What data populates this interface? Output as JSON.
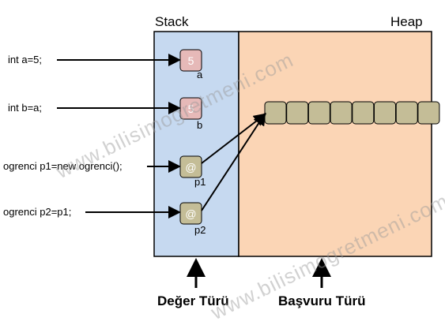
{
  "regions": {
    "stack_title": "Stack",
    "heap_title": "Heap"
  },
  "statements": [
    {
      "code": "int a=5;",
      "value": "5",
      "var": "a"
    },
    {
      "code": "int b=a;",
      "value": "5",
      "var": "b"
    },
    {
      "code": "ogrenci p1=new ogrenci();",
      "value": "@",
      "var": "p1"
    },
    {
      "code": "ogrenci p2=p1;",
      "value": "@",
      "var": "p2"
    }
  ],
  "heap_object": {
    "cell_count": 8
  },
  "captions": {
    "value_type": "Değer Türü",
    "reference_type": "Başvuru Türü"
  },
  "watermark": "www.bilisimogretmeni.com",
  "colors": {
    "stack_bg": "#c6d9f0",
    "heap_bg": "#fbd5b5",
    "value_box": "#e6b9b8",
    "ref_box": "#c4bd97",
    "heap_cell": "#c4bd97"
  }
}
